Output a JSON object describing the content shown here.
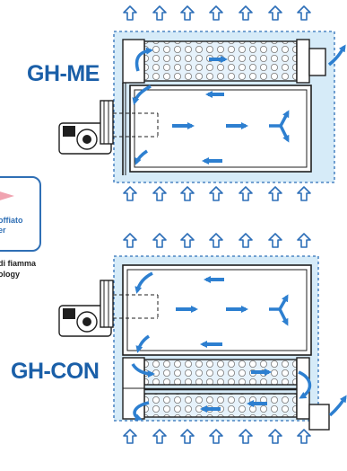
{
  "models": {
    "top": {
      "name": "GH-ME"
    },
    "bottom": {
      "name": "GH-CON"
    }
  },
  "side_card": {
    "line1": "offiato",
    "line2": "er"
  },
  "side_caption": {
    "line1": "di fiamma",
    "line2": "ology"
  },
  "colors": {
    "title": "#1a5fa8",
    "arrow": "#2d7fd0",
    "outline_arrow": "#2d6fb8",
    "chamber_fill": "#d6ebf8",
    "line": "#1f1f1f",
    "dashed_border": "#2d6fb8"
  },
  "icons": [
    "up-outline-arrow-icon",
    "flow-arrow-icon",
    "burner-icon",
    "exhaust-flue-icon",
    "tube-bundle-icon",
    "card-wedge-icon"
  ]
}
